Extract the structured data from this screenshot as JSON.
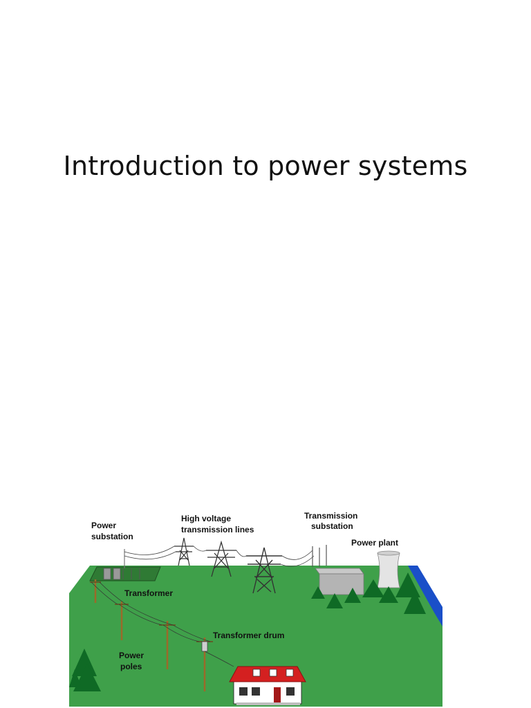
{
  "slide": {
    "title": "Introduction to power systems"
  },
  "illustration": {
    "labels": {
      "power_substation_line1": "Power",
      "power_substation_line2": "substation",
      "hv_lines_line1": "High voltage",
      "hv_lines_line2": "transmission lines",
      "tx_substation_line1": "Transmission",
      "tx_substation_line2": "substation",
      "power_plant": "Power plant",
      "transformer": "Transformer",
      "transformer_drum": "Transformer drum",
      "power_poles_line1": "Power",
      "power_poles_line2": "poles"
    },
    "colors": {
      "ground": "#3fa04a",
      "river": "#1a4fc8",
      "trees": "#0f6a25",
      "house_roof": "#d42020"
    }
  }
}
